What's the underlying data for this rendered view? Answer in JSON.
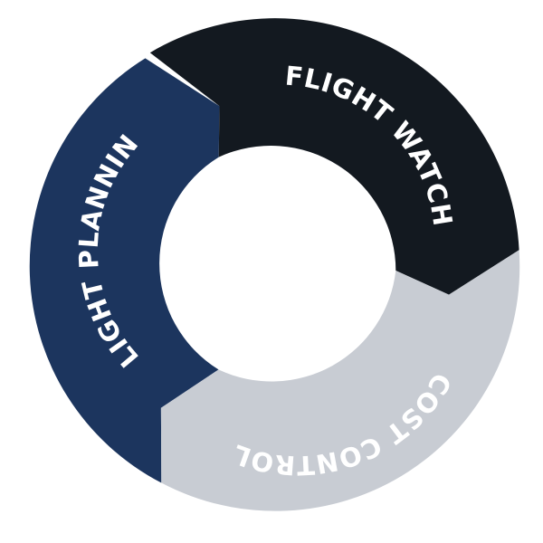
{
  "diagram": {
    "segments": [
      {
        "id": "flight-planning",
        "label": "FLIGHT PLANNING",
        "fill": "#1c355e",
        "text_color": "#ffffff"
      },
      {
        "id": "flight-watch",
        "label": "FLIGHT WATCH",
        "fill": "#131920",
        "text_color": "#ffffff"
      },
      {
        "id": "cost-control",
        "label": "COST CONTROL",
        "fill": "#c8ccd3",
        "text_color": "#ffffff"
      }
    ]
  }
}
